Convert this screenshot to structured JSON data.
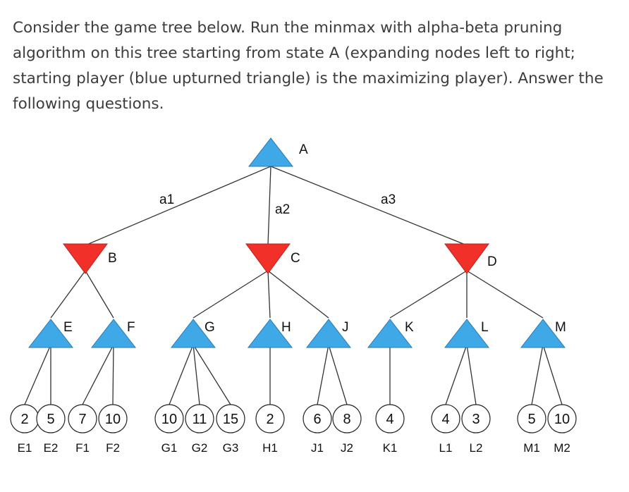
{
  "question": "Consider the game tree below. Run the minmax with alpha-beta pruning algorithm on this tree starting from state A (expanding nodes left to right; starting player (blue upturned triangle) is the maximizing player). Answer the following questions.",
  "colors": {
    "max_node": "#3fa9e8",
    "min_node": "#f2302a"
  },
  "tree": {
    "root": {
      "label": "A",
      "type": "max"
    },
    "actions": [
      "a1",
      "a2",
      "a3"
    ],
    "min_nodes": [
      {
        "label": "B",
        "children": [
          "E",
          "F"
        ]
      },
      {
        "label": "C",
        "children": [
          "G",
          "H",
          "J"
        ]
      },
      {
        "label": "D",
        "children": [
          "K",
          "L",
          "M"
        ]
      }
    ],
    "max_nodes": [
      {
        "label": "E",
        "leaves": [
          {
            "name": "E1",
            "value": "2"
          },
          {
            "name": "E2",
            "value": "5"
          }
        ]
      },
      {
        "label": "F",
        "leaves": [
          {
            "name": "F1",
            "value": "7"
          },
          {
            "name": "F2",
            "value": "10"
          }
        ]
      },
      {
        "label": "G",
        "leaves": [
          {
            "name": "G1",
            "value": "10"
          },
          {
            "name": "G2",
            "value": "11"
          },
          {
            "name": "G3",
            "value": "15"
          }
        ]
      },
      {
        "label": "H",
        "leaves": [
          {
            "name": "H1",
            "value": "2"
          }
        ]
      },
      {
        "label": "J",
        "leaves": [
          {
            "name": "J1",
            "value": "6"
          },
          {
            "name": "J2",
            "value": "8"
          }
        ]
      },
      {
        "label": "K",
        "leaves": [
          {
            "name": "K1",
            "value": "4"
          }
        ]
      },
      {
        "label": "L",
        "leaves": [
          {
            "name": "L1",
            "value": "4"
          },
          {
            "name": "L2",
            "value": "3"
          }
        ]
      },
      {
        "label": "M",
        "leaves": [
          {
            "name": "M1",
            "value": "5"
          },
          {
            "name": "M2",
            "value": "10"
          }
        ]
      }
    ]
  }
}
